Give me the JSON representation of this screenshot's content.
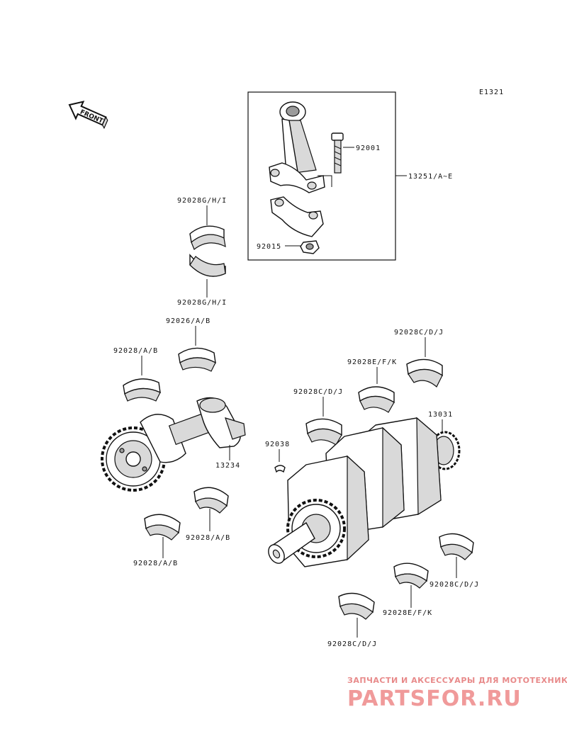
{
  "diagram": {
    "code": "E1321",
    "front_label": "FRONT",
    "labels": {
      "bolt": "92001",
      "rod_assy": "13251/A~E",
      "nut": "92015",
      "rod_bearing_upper": "92028G/H/I",
      "rod_bearing_lower": "92028G/H/I",
      "bal_bearing_1": "92026/A/B",
      "bal_bearing_2": "92028/A/B",
      "balancer_shaft": "13234",
      "key": "92038",
      "bal_bearing_3": "92028/A/B",
      "bal_bearing_4": "92028/A/B",
      "main_bearing_cdj_top": "92028C/D/J",
      "main_bearing_efk_top": "92028E/F/K",
      "main_bearing_cdj_mid": "92028C/D/J",
      "crankshaft": "13031",
      "main_bearing_cdj_right": "92028C/D/J",
      "main_bearing_efk_bottom": "92028E/F/K",
      "main_bearing_cdj_bottom": "92028C/D/J"
    }
  },
  "watermark": {
    "tagline": "ЗАПЧАСТИ И АКСЕССУАРЫ ДЛЯ МОТОТЕХНИКИ",
    "brand": "PARTSFOR.RU",
    "color": "#e88a8a"
  }
}
